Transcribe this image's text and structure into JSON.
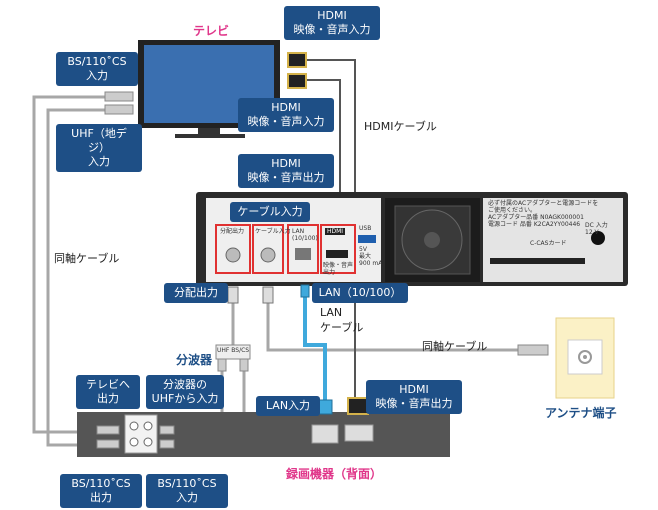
{
  "labels": {
    "tv": "テレビ",
    "hdmi_top": "HDMI\n映像・音声入力",
    "bs_in": "BS/110˚CS\n入力",
    "uhf_in": "UHF（地デジ）\n入力",
    "hdmi_mid_in": "HDMI\n映像・音声入力",
    "hdmi_cable": "HDMIケーブル",
    "hdmi_out": "HDMI\n映像・音声出力",
    "coax_cable_left": "同軸ケーブル",
    "cable_input": "ケーブル入力",
    "dist_out": "分配出力",
    "lan_port": "LAN（10/100）",
    "lan_cable": "LAN\nケーブル",
    "coax_cable_right": "同軸ケーブル",
    "splitter": "分波器",
    "to_tv_out": "テレビへ\n出力",
    "from_splitter": "分波器の\nUHFから入力",
    "lan_in": "LAN入力",
    "hdmi_out_bottom": "HDMI\n映像・音声出力",
    "antenna": "アンテナ端子",
    "recorder": "録画機器（背面）",
    "bs_out": "BS/110˚CS\n出力",
    "bs_in_bottom": "BS/110˚CS\n入力"
  },
  "device_labels": {
    "dist_out_small": "分配出力",
    "cable_in_small": "ケーブル入力",
    "lan_small": "LAN\n(10/100)",
    "hdmi_small": "映像・音声\n出力",
    "hdmi_logo": "HDMI",
    "usb": "USB",
    "usb_spec": "5V\n最大\n900 mA",
    "casid": "C-CASカード",
    "dc_in": "DC 入力\n12 V",
    "adapter_note": "必ず付属のACアダプターと電源コードを\nご使用ください。\nACアダプター品番 N0AGK000001\n電源コード 品番 K2CA2YY00446",
    "splitter_small": "UHF BS/CS"
  }
}
